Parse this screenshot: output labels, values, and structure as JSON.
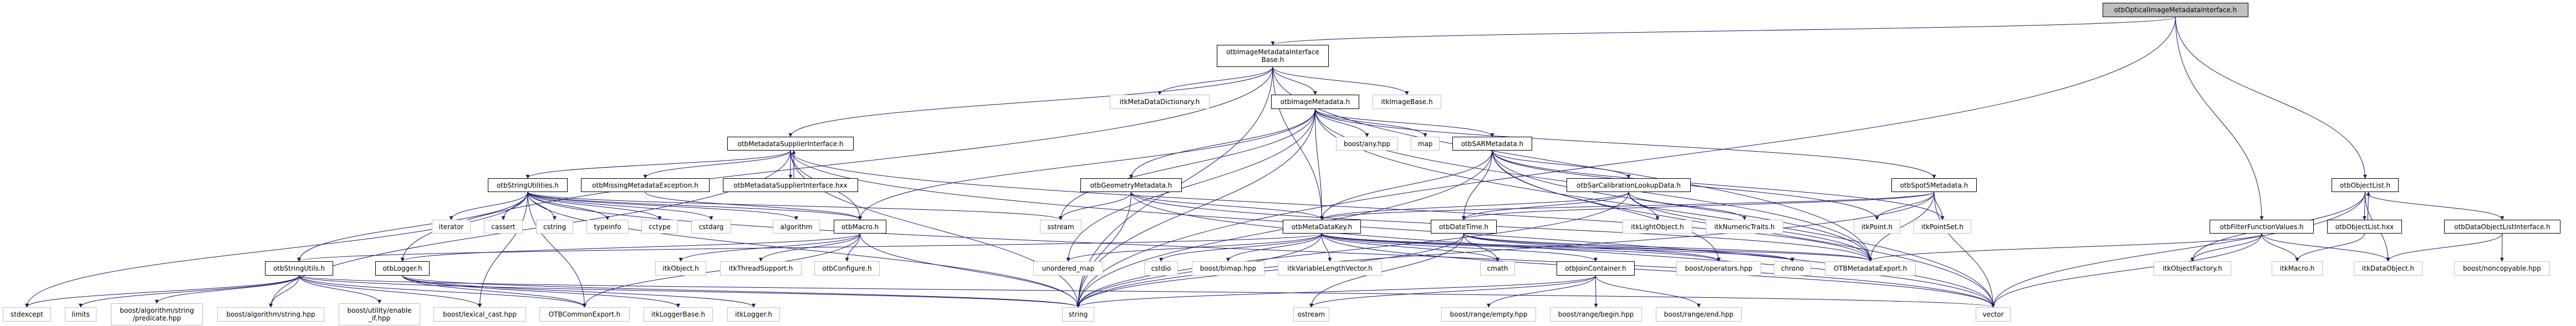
{
  "colors": {
    "edge": "#191970",
    "root_fill": "#bfbfbf",
    "external_border": "#bfbfbf",
    "project_border": "#000000"
  },
  "nodes": [
    {
      "id": "optical",
      "label": "otbOpticalImageMetadataInterface.h",
      "kind": "root"
    },
    {
      "id": "base",
      "label": "otbImageMetadataInterface\nBase.h",
      "kind": "project"
    },
    {
      "id": "metadict",
      "label": "itkMetaDataDictionary.h",
      "kind": "external"
    },
    {
      "id": "imgmeta",
      "label": "otbImageMetadata.h",
      "kind": "project"
    },
    {
      "id": "imagebase",
      "label": "itkImageBase.h",
      "kind": "external"
    },
    {
      "id": "supplier",
      "label": "otbMetadataSupplierInterface.h",
      "kind": "project"
    },
    {
      "id": "anyhpp",
      "label": "boost/any.hpp",
      "kind": "external"
    },
    {
      "id": "map",
      "label": "map",
      "kind": "external"
    },
    {
      "id": "sar",
      "label": "otbSARMetadata.h",
      "kind": "project"
    },
    {
      "id": "strutilities",
      "label": "otbStringUtilities.h",
      "kind": "project"
    },
    {
      "id": "missing",
      "label": "otbMissingMetadataException.h",
      "kind": "project"
    },
    {
      "id": "supplierhxx",
      "label": "otbMetadataSupplierInterface.hxx",
      "kind": "project"
    },
    {
      "id": "geometry",
      "label": "otbGeometryMetadata.h",
      "kind": "project"
    },
    {
      "id": "sarcal",
      "label": "otbSarCalibrationLookupData.h",
      "kind": "project"
    },
    {
      "id": "spot5",
      "label": "otbSpot5Metadata.h",
      "kind": "project"
    },
    {
      "id": "objlist",
      "label": "otbObjectList.h",
      "kind": "project"
    },
    {
      "id": "iterator",
      "label": "iterator",
      "kind": "external"
    },
    {
      "id": "cassert",
      "label": "cassert",
      "kind": "external"
    },
    {
      "id": "cstring",
      "label": "cstring",
      "kind": "external"
    },
    {
      "id": "typeinfo",
      "label": "typeinfo",
      "kind": "external"
    },
    {
      "id": "cctype",
      "label": "cctype",
      "kind": "external"
    },
    {
      "id": "cstdarg",
      "label": "cstdarg",
      "kind": "external"
    },
    {
      "id": "algorithm",
      "label": "algorithm",
      "kind": "external"
    },
    {
      "id": "macro",
      "label": "otbMacro.h",
      "kind": "project"
    },
    {
      "id": "sstream",
      "label": "sstream",
      "kind": "external"
    },
    {
      "id": "mdkey",
      "label": "otbMetaDataKey.h",
      "kind": "project"
    },
    {
      "id": "datetime",
      "label": "otbDateTime.h",
      "kind": "project"
    },
    {
      "id": "lightobj",
      "label": "itkLightObject.h",
      "kind": "external"
    },
    {
      "id": "numtraits",
      "label": "itkNumericTraits.h",
      "kind": "external"
    },
    {
      "id": "point",
      "label": "itkPoint.h",
      "kind": "external"
    },
    {
      "id": "pointset",
      "label": "itkPointSet.h",
      "kind": "external"
    },
    {
      "id": "filterfv",
      "label": "otbFilterFunctionValues.h",
      "kind": "project"
    },
    {
      "id": "objlisthxx",
      "label": "otbObjectList.hxx",
      "kind": "project"
    },
    {
      "id": "dolist",
      "label": "otbDataObjectListInterface.h",
      "kind": "project"
    },
    {
      "id": "strutils",
      "label": "otbStringUtils.h",
      "kind": "project"
    },
    {
      "id": "logger",
      "label": "otbLogger.h",
      "kind": "project"
    },
    {
      "id": "itkobject",
      "label": "itkObject.h",
      "kind": "external"
    },
    {
      "id": "threadsupport",
      "label": "itkThreadSupport.h",
      "kind": "external"
    },
    {
      "id": "configure",
      "label": "otbConfigure.h",
      "kind": "external"
    },
    {
      "id": "umap",
      "label": "unordered_map",
      "kind": "external"
    },
    {
      "id": "cstdio",
      "label": "cstdio",
      "kind": "external"
    },
    {
      "id": "bimap",
      "label": "boost/bimap.hpp",
      "kind": "external"
    },
    {
      "id": "varlen",
      "label": "itkVariableLengthVector.h",
      "kind": "external"
    },
    {
      "id": "cmath",
      "label": "cmath",
      "kind": "external"
    },
    {
      "id": "join",
      "label": "otbJoinContainer.h",
      "kind": "project"
    },
    {
      "id": "operators",
      "label": "boost/operators.hpp",
      "kind": "external"
    },
    {
      "id": "chrono",
      "label": "chrono",
      "kind": "external"
    },
    {
      "id": "mdexport",
      "label": "OTBMetadataExport.h",
      "kind": "external"
    },
    {
      "id": "objfactory",
      "label": "itkObjectFactory.h",
      "kind": "external"
    },
    {
      "id": "itkmacro",
      "label": "itkMacro.h",
      "kind": "external"
    },
    {
      "id": "dataobj",
      "label": "itkDataObject.h",
      "kind": "external"
    },
    {
      "id": "noncopyable",
      "label": "boost/noncopyable.hpp",
      "kind": "external"
    },
    {
      "id": "stdexcept",
      "label": "stdexcept",
      "kind": "external"
    },
    {
      "id": "limits",
      "label": "limits",
      "kind": "external"
    },
    {
      "id": "predicate",
      "label": "boost/algorithm/string\n/predicate.hpp",
      "kind": "external"
    },
    {
      "id": "algstring",
      "label": "boost/algorithm/string.hpp",
      "kind": "external"
    },
    {
      "id": "enableif",
      "label": "boost/utility/enable\n_if.hpp",
      "kind": "external"
    },
    {
      "id": "lexcast",
      "label": "boost/lexical_cast.hpp",
      "kind": "external"
    },
    {
      "id": "commonexport",
      "label": "OTBCommonExport.h",
      "kind": "external"
    },
    {
      "id": "loggerbase",
      "label": "itkLoggerBase.h",
      "kind": "external"
    },
    {
      "id": "itklogger",
      "label": "itkLogger.h",
      "kind": "external"
    },
    {
      "id": "string",
      "label": "string",
      "kind": "external"
    },
    {
      "id": "ostream",
      "label": "ostream",
      "kind": "external"
    },
    {
      "id": "rempty",
      "label": "boost/range/empty.hpp",
      "kind": "external"
    },
    {
      "id": "rbegin",
      "label": "boost/range/begin.hpp",
      "kind": "external"
    },
    {
      "id": "rend",
      "label": "boost/range/end.hpp",
      "kind": "external"
    },
    {
      "id": "vector",
      "label": "vector",
      "kind": "external"
    }
  ],
  "edges": [
    [
      "optical",
      "base"
    ],
    [
      "optical",
      "objlist"
    ],
    [
      "optical",
      "filterfv"
    ],
    [
      "optical",
      "string"
    ],
    [
      "base",
      "metadict"
    ],
    [
      "base",
      "imgmeta"
    ],
    [
      "base",
      "imagebase"
    ],
    [
      "base",
      "supplier"
    ],
    [
      "base",
      "mdkey"
    ],
    [
      "base",
      "string"
    ],
    [
      "base",
      "mdexport"
    ],
    [
      "base",
      "logger"
    ],
    [
      "imgmeta",
      "anyhpp"
    ],
    [
      "imgmeta",
      "map"
    ],
    [
      "imgmeta",
      "sar"
    ],
    [
      "imgmeta",
      "geometry"
    ],
    [
      "imgmeta",
      "mdkey"
    ],
    [
      "imgmeta",
      "spot5"
    ],
    [
      "imgmeta",
      "macro"
    ],
    [
      "imgmeta",
      "string"
    ],
    [
      "imgmeta",
      "umap"
    ],
    [
      "imgmeta",
      "sstream"
    ],
    [
      "imgmeta",
      "mdexport"
    ],
    [
      "imgmeta",
      "vector"
    ],
    [
      "sar",
      "mdkey"
    ],
    [
      "sar",
      "datetime"
    ],
    [
      "sar",
      "sarcal"
    ],
    [
      "sar",
      "point"
    ],
    [
      "sar",
      "pointset"
    ],
    [
      "sar",
      "string"
    ],
    [
      "sar",
      "vector"
    ],
    [
      "sar",
      "mdexport"
    ],
    [
      "sar",
      "operators"
    ],
    [
      "sarcal",
      "mdkey"
    ],
    [
      "sarcal",
      "lightobj"
    ],
    [
      "sarcal",
      "numtraits"
    ],
    [
      "sarcal",
      "mdexport"
    ],
    [
      "sarcal",
      "string"
    ],
    [
      "sarcal",
      "datetime"
    ],
    [
      "spot5",
      "point"
    ],
    [
      "spot5",
      "pointset"
    ],
    [
      "spot5",
      "mdkey"
    ],
    [
      "spot5",
      "datetime"
    ],
    [
      "spot5",
      "mdexport"
    ],
    [
      "spot5",
      "vector"
    ],
    [
      "spot5",
      "string"
    ],
    [
      "geometry",
      "sstream"
    ],
    [
      "geometry",
      "mdkey"
    ],
    [
      "geometry",
      "string"
    ],
    [
      "geometry",
      "mdexport"
    ],
    [
      "geometry",
      "vector"
    ],
    [
      "mdkey",
      "umap"
    ],
    [
      "mdkey",
      "cstdio"
    ],
    [
      "mdkey",
      "bimap"
    ],
    [
      "mdkey",
      "varlen"
    ],
    [
      "mdkey",
      "string"
    ],
    [
      "mdkey",
      "mdexport"
    ],
    [
      "mdkey",
      "operators"
    ],
    [
      "mdkey",
      "chrono"
    ],
    [
      "mdkey",
      "join"
    ],
    [
      "mdkey",
      "strutils"
    ],
    [
      "mdkey",
      "vector"
    ],
    [
      "mdkey",
      "cmath"
    ],
    [
      "datetime",
      "cmath"
    ],
    [
      "datetime",
      "chrono"
    ],
    [
      "datetime",
      "operators"
    ],
    [
      "datetime",
      "mdexport"
    ],
    [
      "datetime",
      "string"
    ],
    [
      "datetime",
      "ostream"
    ],
    [
      "join",
      "rempty"
    ],
    [
      "join",
      "rbegin"
    ],
    [
      "join",
      "rend"
    ],
    [
      "join",
      "ostream"
    ],
    [
      "join",
      "string"
    ],
    [
      "supplier",
      "strutilities"
    ],
    [
      "supplier",
      "missing"
    ],
    [
      "supplier",
      "supplierhxx"
    ],
    [
      "supplier",
      "macro"
    ],
    [
      "supplier",
      "string"
    ],
    [
      "supplier",
      "vector"
    ],
    [
      "supplier",
      "mdexport"
    ],
    [
      "supplier",
      "algstring"
    ],
    [
      "supplierhxx",
      "supplier"
    ],
    [
      "strutilities",
      "iterator"
    ],
    [
      "strutilities",
      "cassert"
    ],
    [
      "strutilities",
      "cstring"
    ],
    [
      "strutilities",
      "typeinfo"
    ],
    [
      "strutilities",
      "cctype"
    ],
    [
      "strutilities",
      "cstdarg"
    ],
    [
      "strutilities",
      "algorithm"
    ],
    [
      "strutilities",
      "macro"
    ],
    [
      "strutilities",
      "sstream"
    ],
    [
      "strutilities",
      "strutils"
    ],
    [
      "strutilities",
      "stdexcept"
    ],
    [
      "strutilities",
      "string"
    ],
    [
      "strutilities",
      "lexcast"
    ],
    [
      "strutilities",
      "commonexport"
    ],
    [
      "strutilities",
      "vector"
    ],
    [
      "missing",
      "macro"
    ],
    [
      "macro",
      "itkobject"
    ],
    [
      "macro",
      "threadsupport"
    ],
    [
      "macro",
      "configure"
    ],
    [
      "macro",
      "logger"
    ],
    [
      "macro",
      "string"
    ],
    [
      "macro",
      "commonexport"
    ],
    [
      "strutils",
      "stdexcept"
    ],
    [
      "strutils",
      "limits"
    ],
    [
      "strutils",
      "predicate"
    ],
    [
      "strutils",
      "algstring"
    ],
    [
      "strutils",
      "enableif"
    ],
    [
      "strutils",
      "lexcast"
    ],
    [
      "strutils",
      "string"
    ],
    [
      "strutils",
      "vector"
    ],
    [
      "strutils",
      "commonexport"
    ],
    [
      "logger",
      "loggerbase"
    ],
    [
      "logger",
      "itklogger"
    ],
    [
      "logger",
      "commonexport"
    ],
    [
      "logger",
      "string"
    ],
    [
      "objlist",
      "objlisthxx"
    ],
    [
      "objlist",
      "objfactory"
    ],
    [
      "objlist",
      "dataobj"
    ],
    [
      "objlist",
      "dolist"
    ],
    [
      "objlist",
      "vector"
    ],
    [
      "objlisthxx",
      "objlist"
    ],
    [
      "objlisthxx",
      "itkmacro"
    ],
    [
      "filterfv",
      "objfactory"
    ],
    [
      "filterfv",
      "itkmacro"
    ],
    [
      "filterfv",
      "dataobj"
    ],
    [
      "filterfv",
      "vector"
    ],
    [
      "filterfv",
      "mdexport"
    ],
    [
      "dolist",
      "dataobj"
    ],
    [
      "dolist",
      "noncopyable"
    ]
  ]
}
